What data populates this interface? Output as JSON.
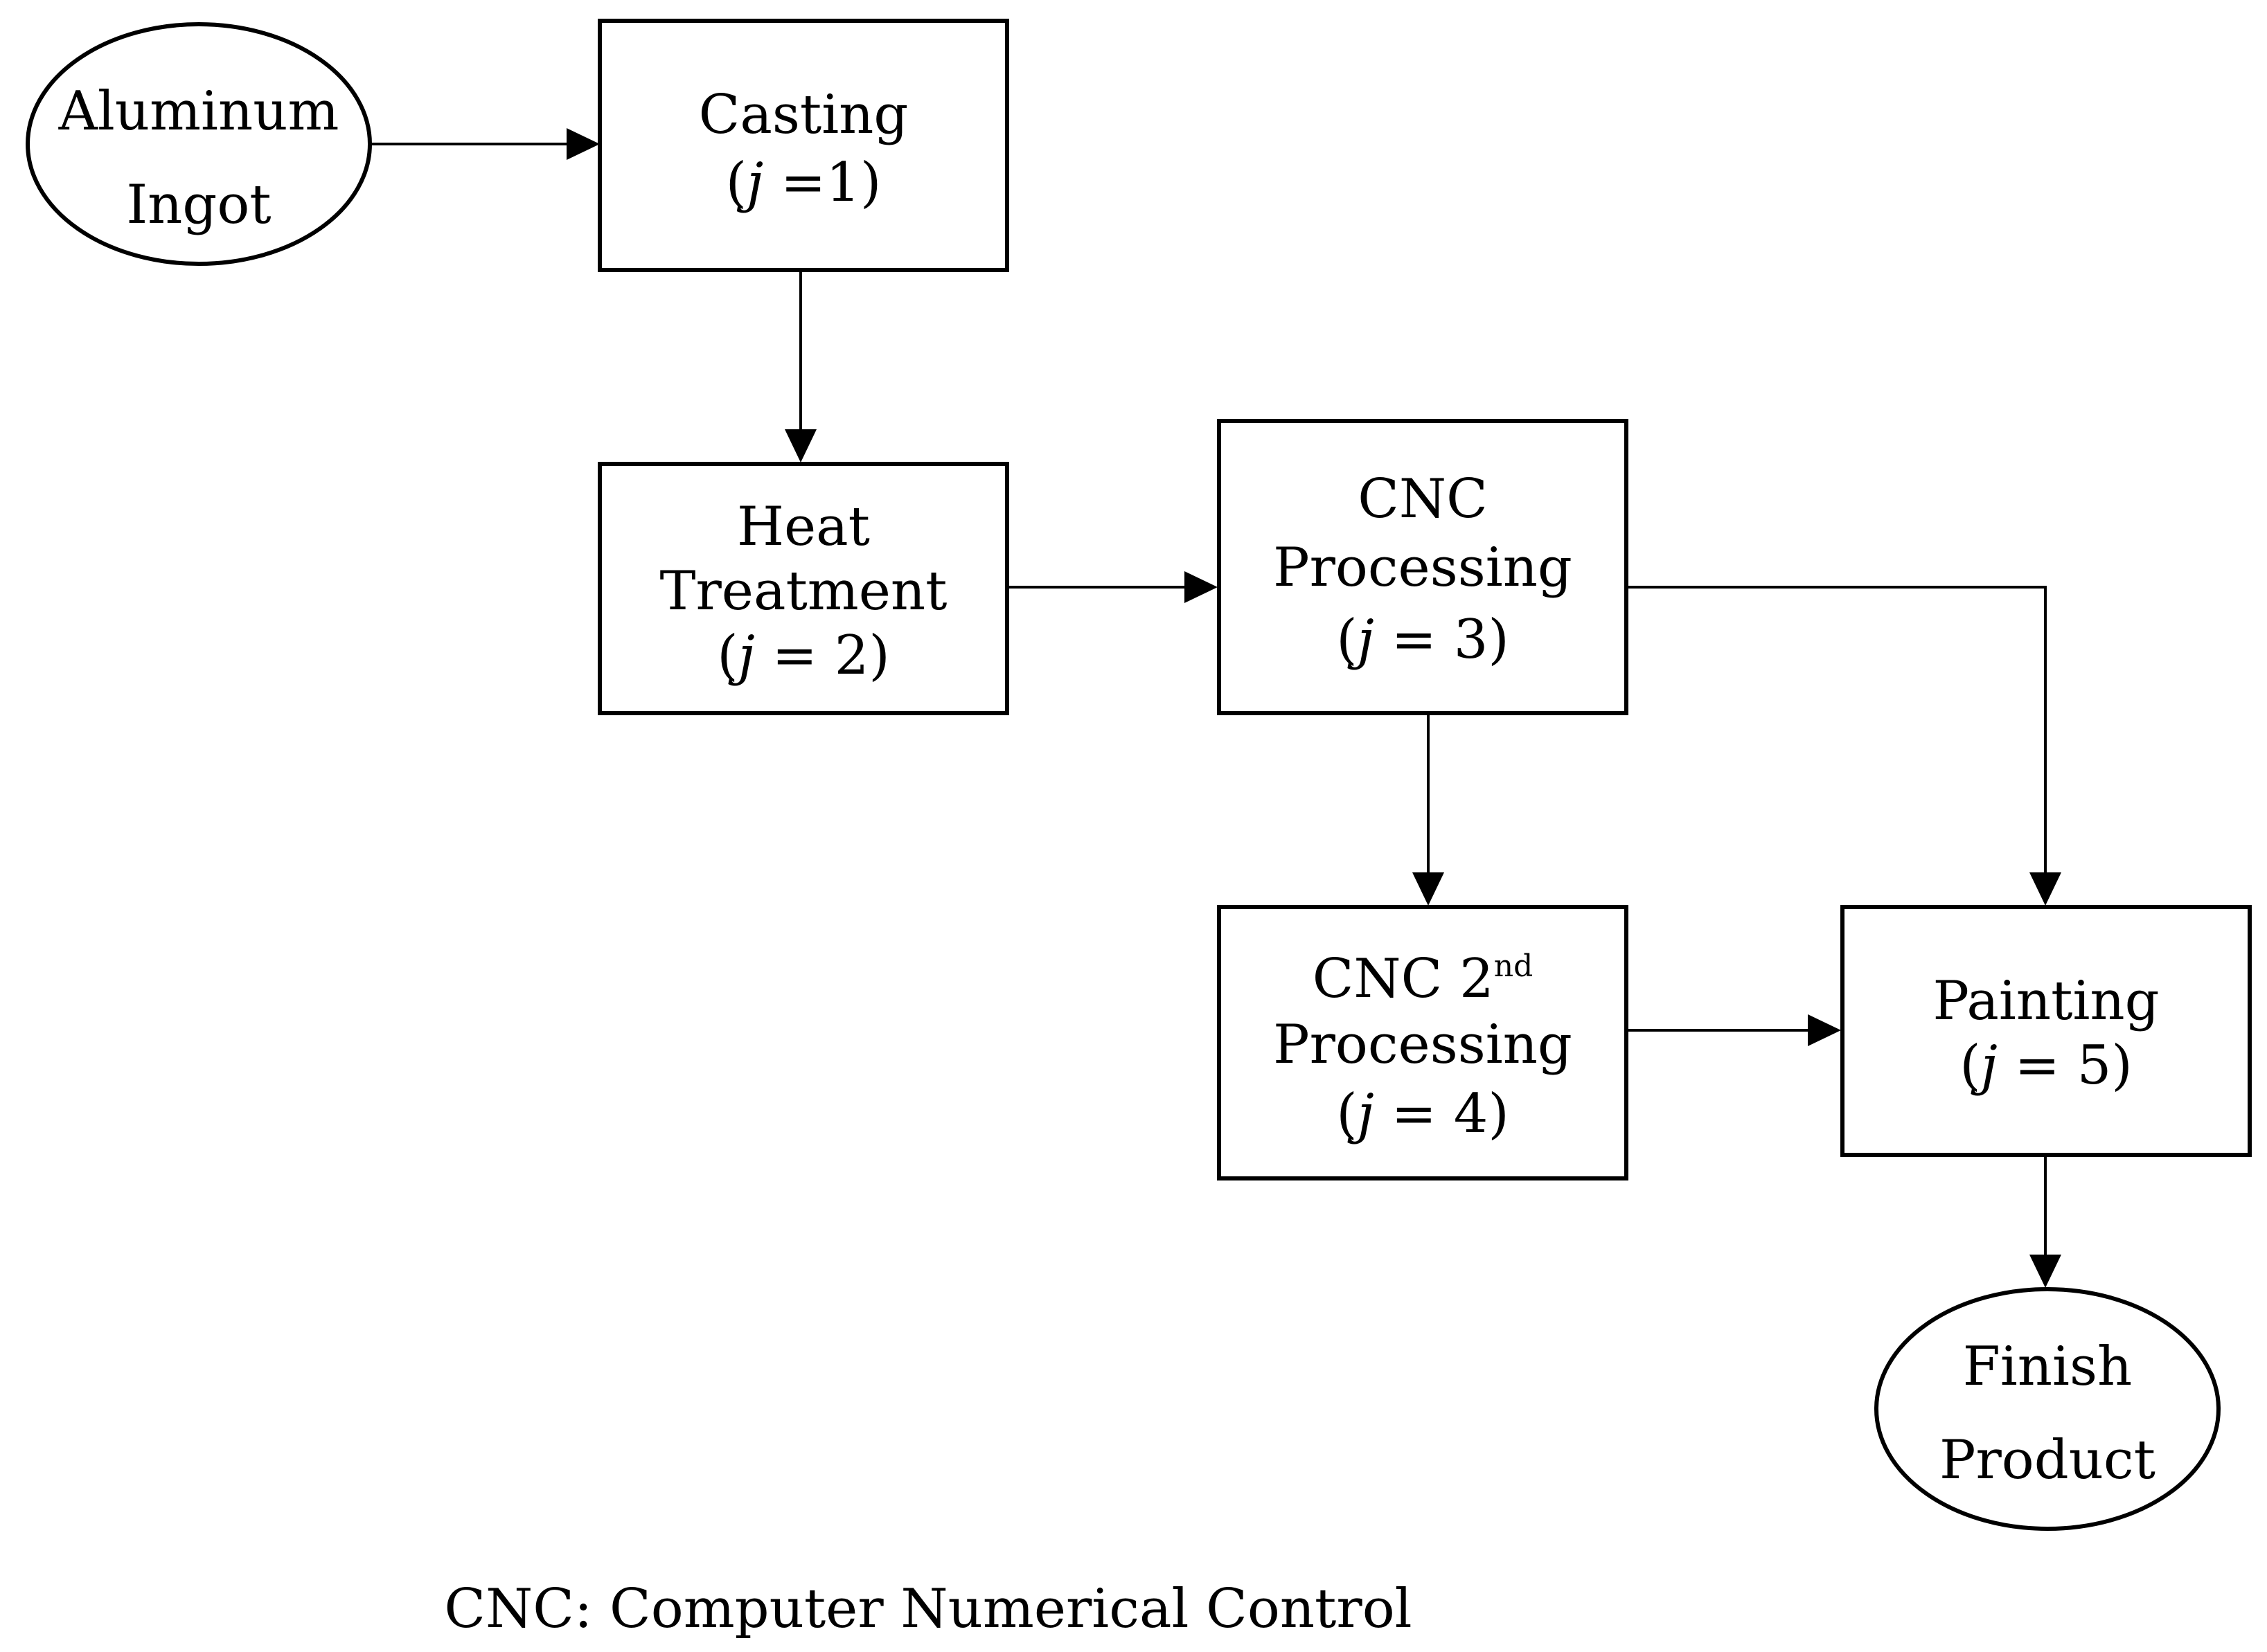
{
  "nodes": {
    "aluminum_ingot": {
      "line1": "Aluminum",
      "line2": "Ingot"
    },
    "casting": {
      "line1": "Casting",
      "j_open": "(",
      "j_var": "j",
      "j_rest": " =1)"
    },
    "heat_treatment": {
      "line1": "Heat",
      "line2": "Treatment",
      "j_open": "(",
      "j_var": "j",
      "j_rest": " = 2)"
    },
    "cnc_processing": {
      "line1": "CNC",
      "line2": "Processing",
      "j_open": "(",
      "j_var": "j",
      "j_rest": " = 3)"
    },
    "cnc_2nd_processing": {
      "line1": "CNC 2",
      "line1_sup": "nd",
      "line2": "Processing",
      "j_open": "(",
      "j_var": "j",
      "j_rest": " = 4)"
    },
    "painting": {
      "line1": "Painting",
      "j_open": "(",
      "j_var": "j",
      "j_rest": " = 5)"
    },
    "finish_product": {
      "line1": "Finish",
      "line2": "Product"
    }
  },
  "edges": [
    {
      "from": "aluminum_ingot",
      "to": "casting"
    },
    {
      "from": "casting",
      "to": "heat_treatment"
    },
    {
      "from": "heat_treatment",
      "to": "cnc_processing"
    },
    {
      "from": "cnc_processing",
      "to": "cnc_2nd_processing"
    },
    {
      "from": "cnc_processing",
      "to": "painting"
    },
    {
      "from": "cnc_2nd_processing",
      "to": "painting"
    },
    {
      "from": "painting",
      "to": "finish_product"
    }
  ],
  "caption": "CNC: Computer Numerical Control"
}
